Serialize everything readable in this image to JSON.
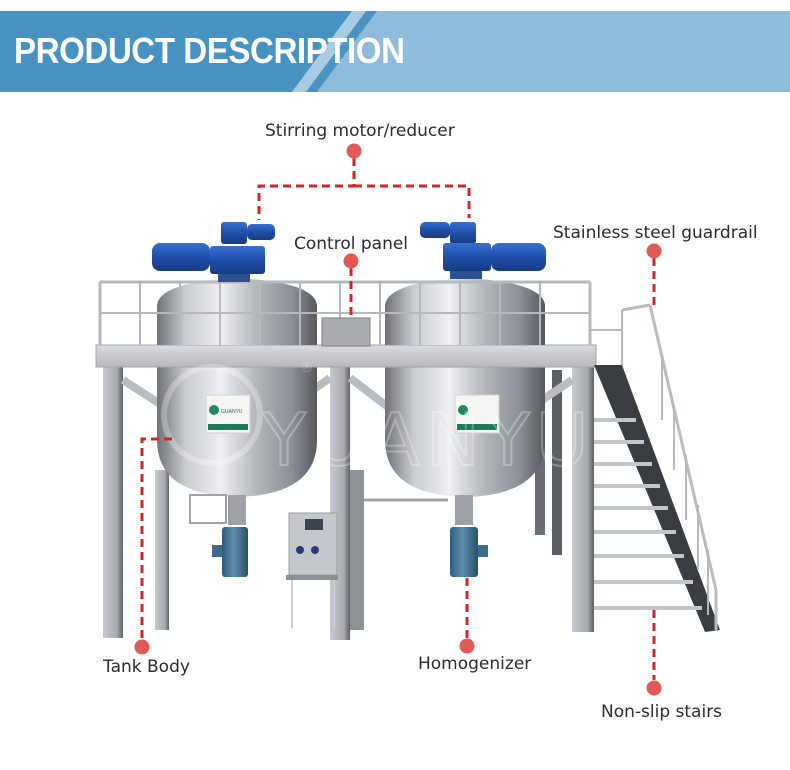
{
  "banner": {
    "title": "PRODUCT DESCRIPTION",
    "colors": {
      "primary": "#4692c0",
      "secondary": "#8fbcda",
      "stripe": "#a8cbe3"
    }
  },
  "diagram": {
    "title": "Vacuum mixing tank system",
    "leader_color": "#d0262a",
    "dot_color": "#e05a57",
    "callouts": [
      {
        "id": "stirring-motor",
        "label": "Stirring motor/reducer"
      },
      {
        "id": "control-panel",
        "label": "Control panel"
      },
      {
        "id": "guardrail",
        "label": "Stainless steel guardrail"
      },
      {
        "id": "tank-body",
        "label": "Tank Body"
      },
      {
        "id": "homogenizer",
        "label": "Homogenizer"
      },
      {
        "id": "stairs",
        "label": "Non-slip stairs"
      }
    ],
    "watermark": {
      "text": "YUANYU",
      "mark": "®"
    },
    "nameplate_text": "GUANYU"
  }
}
